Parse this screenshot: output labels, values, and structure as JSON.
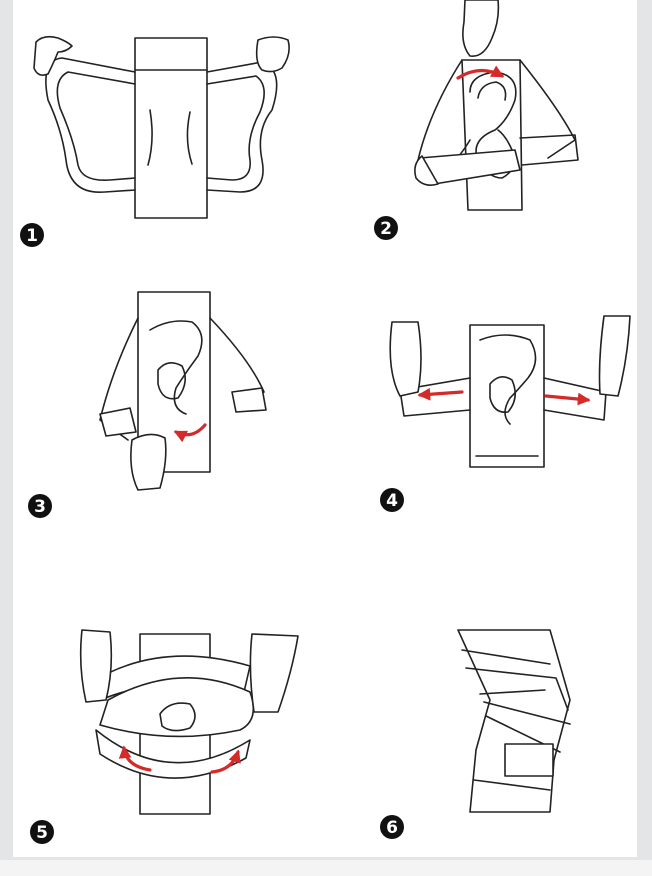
{
  "steps": [
    {
      "number": "1"
    },
    {
      "number": "2"
    },
    {
      "number": "3"
    },
    {
      "number": "4"
    },
    {
      "number": "5"
    },
    {
      "number": "6"
    }
  ],
  "colors": {
    "line": "#222222",
    "arrow": "#d42a2a",
    "panel": "#ffffff",
    "frame": "#e3e5e6"
  }
}
